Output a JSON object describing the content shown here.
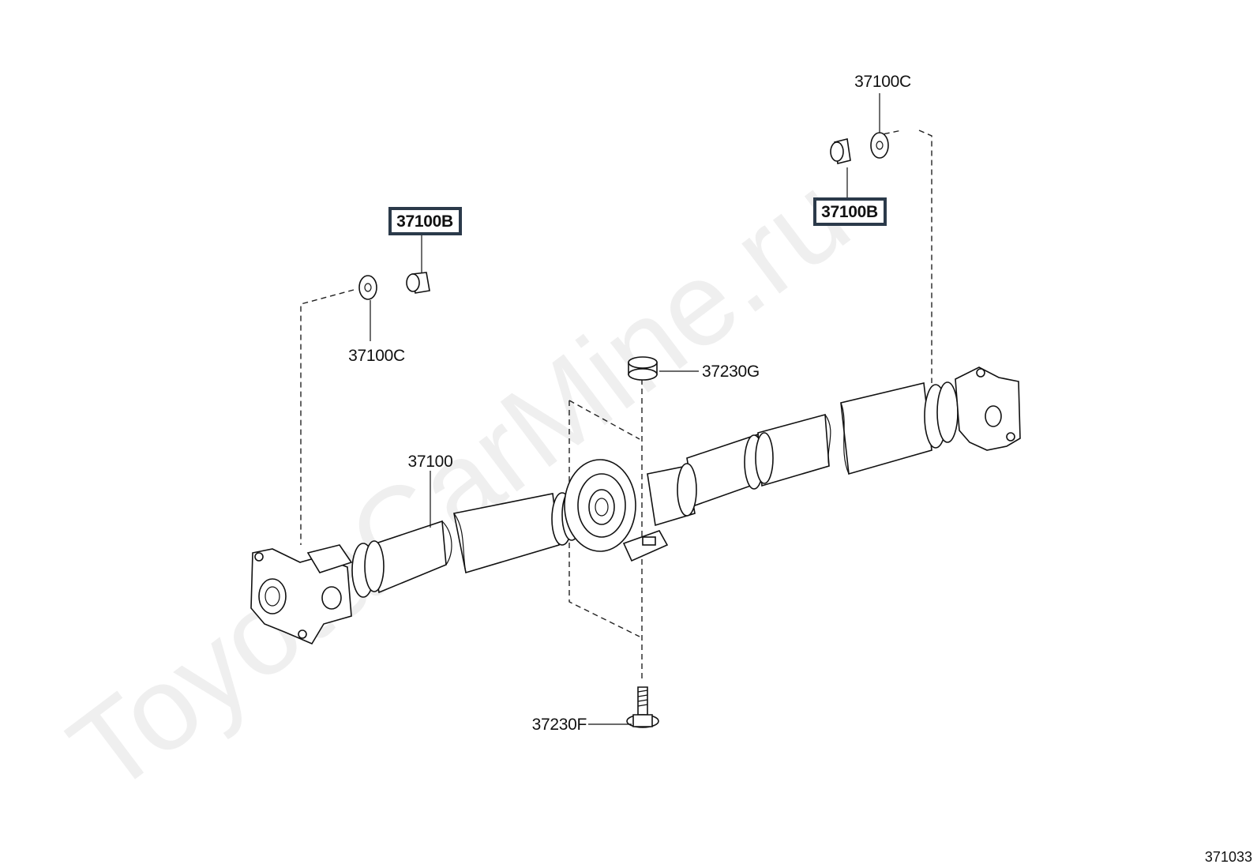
{
  "watermark": "ToyotaCarMine.ru",
  "figure_number": "371033",
  "callouts": {
    "left_nut": "37100B",
    "left_washer": "37100C",
    "right_nut": "37100B",
    "right_washer": "37100C",
    "shaft": "37100",
    "center_spacer": "37230G",
    "center_bolt": "37230F"
  },
  "highlighted": [
    "left_nut",
    "right_nut"
  ],
  "colors": {
    "highlight_frame": "#2b3a4a",
    "line": "#111111",
    "watermark": "#efefef"
  }
}
